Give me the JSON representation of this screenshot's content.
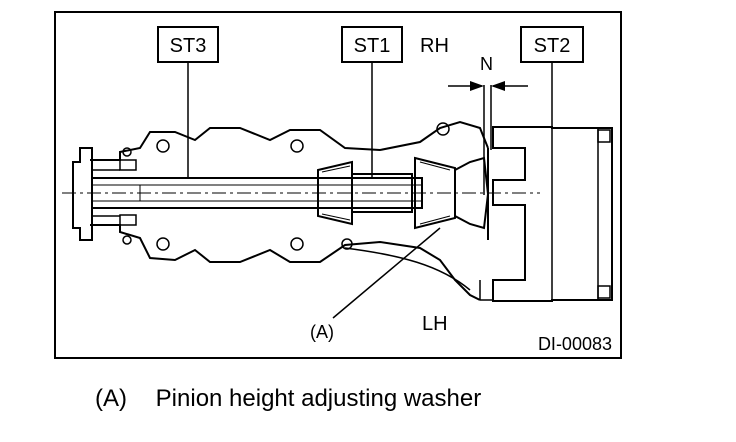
{
  "diagram": {
    "labels": {
      "st3": "ST3",
      "st1": "ST1",
      "st2": "ST2",
      "rh": "RH",
      "lh": "LH",
      "n": "N",
      "a": "(A)",
      "figure_id": "DI-00083"
    }
  },
  "legend": {
    "letter": "(A)",
    "text": "Pinion height adjusting washer"
  }
}
